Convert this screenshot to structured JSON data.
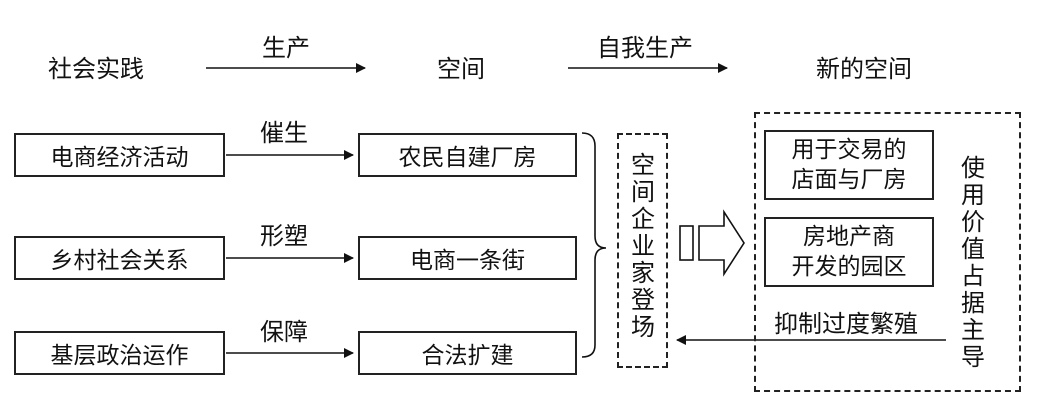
{
  "header": {
    "practice": "社会实践",
    "produce": "生产",
    "space": "空间",
    "self_produce": "自我生产",
    "new_space": "新的空间"
  },
  "rows": [
    {
      "source": "电商经济活动",
      "verb": "催生",
      "result": "农民自建厂房"
    },
    {
      "source": "乡村社会关系",
      "verb": "形塑",
      "result": "电商一条街"
    },
    {
      "source": "基层政治运作",
      "verb": "保障",
      "result": "合法扩建"
    }
  ],
  "center": {
    "label": "空间企业家登场"
  },
  "outcome": {
    "box1": [
      "用于交易的",
      "店面与厂房"
    ],
    "box2": [
      "房地产商",
      "开发的园区"
    ],
    "vertical": "使用价值占据主导",
    "feedback": "抑制过度繁殖"
  }
}
